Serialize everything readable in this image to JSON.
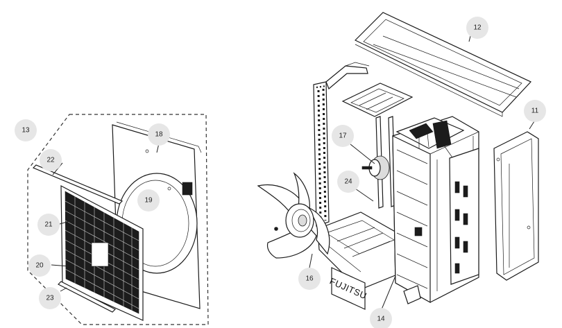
{
  "callouts": [
    {
      "id": "11",
      "label": "11"
    },
    {
      "id": "12",
      "label": "12"
    },
    {
      "id": "13",
      "label": "13"
    },
    {
      "id": "14",
      "label": "14"
    },
    {
      "id": "16",
      "label": "16"
    },
    {
      "id": "17",
      "label": "17"
    },
    {
      "id": "18",
      "label": "18"
    },
    {
      "id": "19",
      "label": "19"
    },
    {
      "id": "20",
      "label": "20"
    },
    {
      "id": "21",
      "label": "21"
    },
    {
      "id": "22",
      "label": "22"
    },
    {
      "id": "23",
      "label": "23"
    },
    {
      "id": "24",
      "label": "24"
    }
  ],
  "brand_plate": {
    "text": "FUJITSU"
  },
  "colors": {
    "callout_fill": "#e6e6e6",
    "line": "#1a1a1a"
  }
}
